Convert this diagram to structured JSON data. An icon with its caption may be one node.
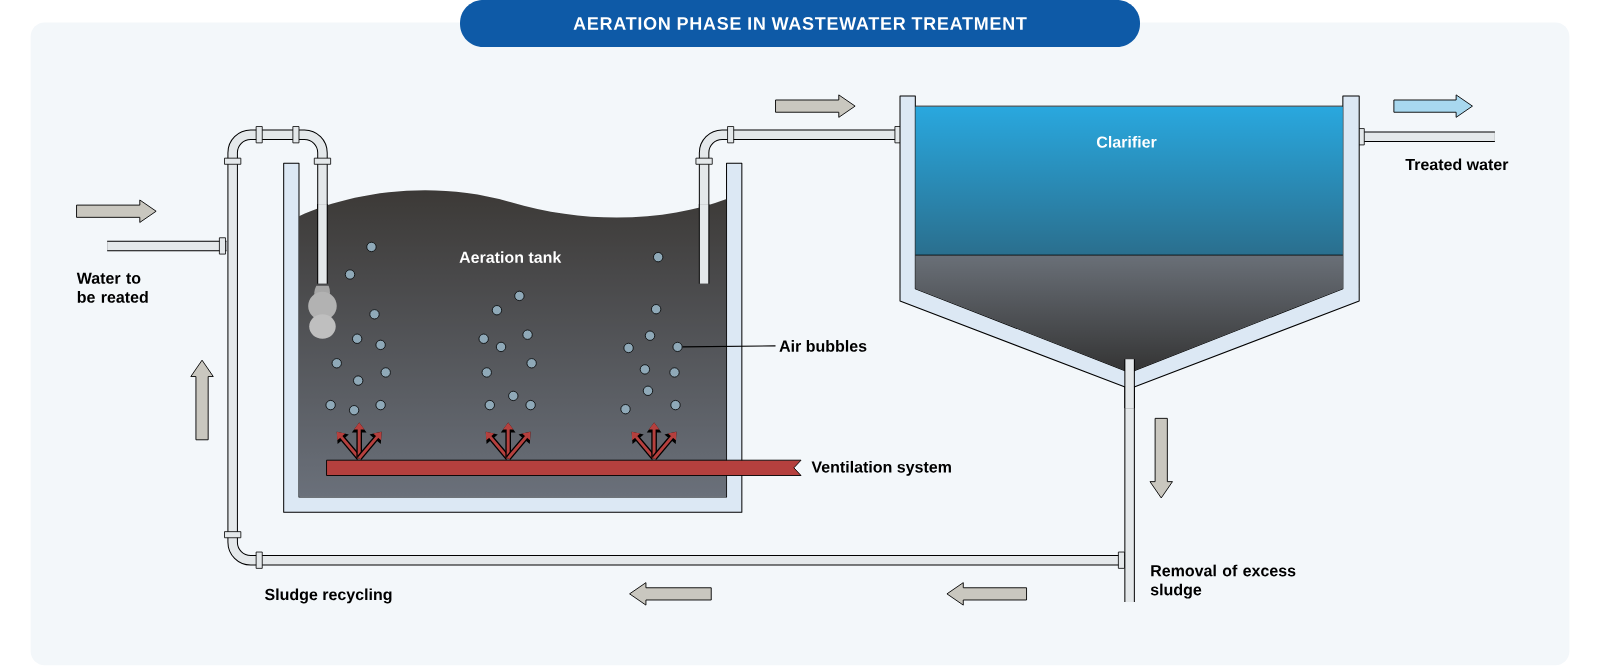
{
  "diagram": {
    "title": "AERATION PHASE IN WASTEWATER TREATMENT",
    "nodes": [
      {
        "text": [
          "Aeration tank"
        ]
      },
      {
        "text": [
          "Clarifier"
        ]
      },
      {
        "text": [
          "Air bubbles"
        ]
      },
      {
        "text": [],
        "shape": "circle"
      }
    ],
    "edges": [
      {
        "from": 2,
        "to": 3,
        "arrow": "none"
      }
    ],
    "labels": [
      "Water to be reated",
      "Treated water",
      "Ventilation system",
      "Removal of excess sludge",
      "Sludge recycling"
    ]
  }
}
